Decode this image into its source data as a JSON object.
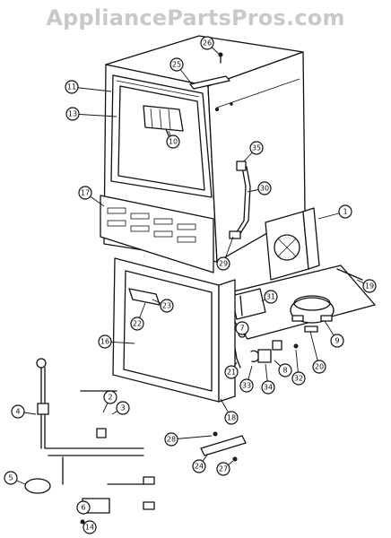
{
  "watermark": "AppliancePartsPros.com",
  "callouts": [
    "1",
    "2",
    "3",
    "4",
    "5",
    "6",
    "7",
    "8",
    "9",
    "10",
    "11",
    "13",
    "14",
    "16",
    "17",
    "18",
    "19",
    "20",
    "21",
    "22",
    "23",
    "24",
    "25",
    "26",
    "27",
    "28",
    "29",
    "30",
    "31",
    "32",
    "33",
    "34",
    "35"
  ],
  "colors": {
    "line": "#111111",
    "background": "#ffffff",
    "watermark": "#c9c9c9"
  }
}
